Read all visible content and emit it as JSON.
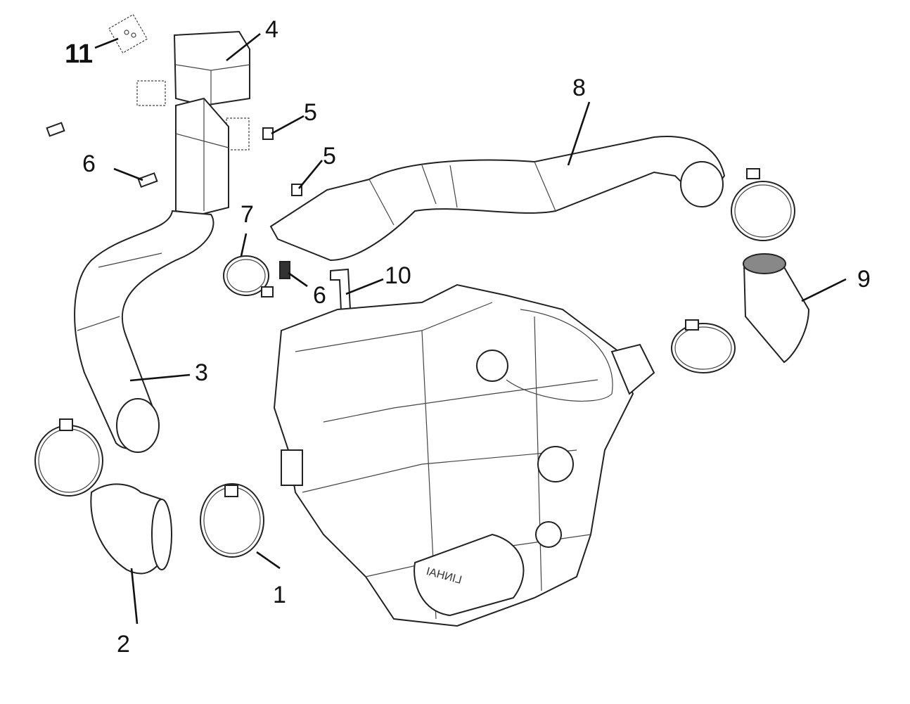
{
  "diagram": {
    "title": "Air intake assembly exploded view",
    "engine_logo": "LINHAI",
    "callouts": [
      {
        "id": "11",
        "part": "decal-small"
      },
      {
        "id": "4",
        "part": "intake-box-cover"
      },
      {
        "id": "5",
        "part": "clip-upper"
      },
      {
        "id": "5",
        "part": "clip-lower"
      },
      {
        "id": "6",
        "part": "bolt-left"
      },
      {
        "id": "7",
        "part": "hose-clamp-small"
      },
      {
        "id": "6",
        "part": "bolt-center"
      },
      {
        "id": "10",
        "part": "bracket"
      },
      {
        "id": "8",
        "part": "intake-duct-long"
      },
      {
        "id": "9",
        "part": "filter-elbow"
      },
      {
        "id": "3",
        "part": "intake-duct-left"
      },
      {
        "id": "1",
        "part": "hose-clamp-lower"
      },
      {
        "id": "2",
        "part": "elbow-hose"
      }
    ]
  }
}
